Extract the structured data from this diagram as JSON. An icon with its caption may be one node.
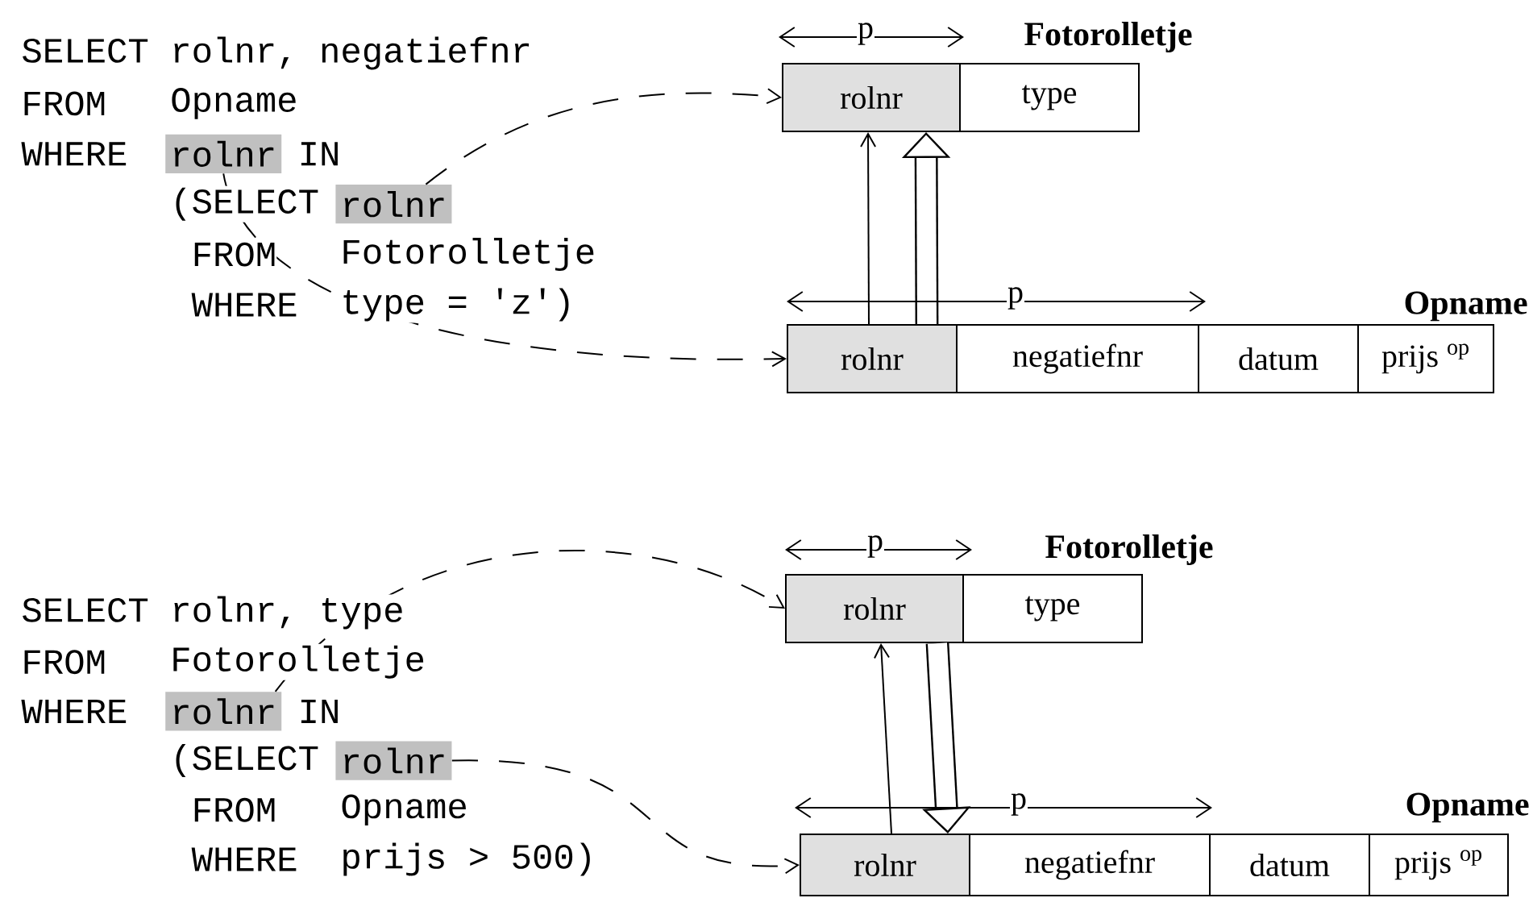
{
  "diagram": {
    "nodes": [
      {
        "text": [
          "rolnr"
        ]
      },
      {
        "text": [
          "rolnr"
        ]
      },
      {
        "text": [
          "Fotorolletje"
        ]
      },
      {
        "text": [
          "rolnr"
        ],
        "in": 2
      },
      {
        "text": [
          "type"
        ],
        "in": 2
      },
      {
        "text": [
          "Opname"
        ]
      },
      {
        "text": [
          "rolnr"
        ],
        "in": 5
      },
      {
        "text": [
          "negatiefnr"
        ],
        "in": 5
      },
      {
        "text": [
          "datum"
        ],
        "in": 5
      },
      {
        "text": [
          "prijs $^{op}$"
        ],
        "in": 5
      },
      {
        "text": [
          "rolnr"
        ]
      },
      {
        "text": [
          "rolnr"
        ]
      },
      {
        "text": [
          "Fotorolletje"
        ]
      },
      {
        "text": [
          "rolnr"
        ],
        "in": 12
      },
      {
        "text": [
          "type"
        ],
        "in": 12
      },
      {
        "text": [
          "Opname"
        ]
      },
      {
        "text": [
          "rolnr"
        ],
        "in": 15
      },
      {
        "text": [
          "negatiefnr"
        ],
        "in": 15
      },
      {
        "text": [
          "datum"
        ],
        "in": 15
      },
      {
        "text": [
          "prijs $^{op}$"
        ],
        "in": 15
      }
    ],
    "edges": [
      {
        "from": 1,
        "to": 3,
        "arrow": "to",
        "style": "dashed"
      },
      {
        "from": 0,
        "to": 6,
        "arrow": "to",
        "style": "dashed"
      },
      {
        "from": 6,
        "to": 3,
        "arrow": "to"
      },
      {
        "from": 6,
        "to": 3,
        "arrow": "to",
        "style": "thick"
      },
      {
        "from": 10,
        "to": 13,
        "arrow": "to",
        "style": "dashed"
      },
      {
        "from": 11,
        "to": 16,
        "arrow": "to",
        "style": "dashed"
      },
      {
        "from": 16,
        "to": 13,
        "arrow": "to"
      },
      {
        "from": 13,
        "to": 16,
        "arrow": "to",
        "style": "thick"
      }
    ],
    "labels": [
      "SELECT rolnr, negatiefnr",
      "FROM",
      "Opname",
      "WHERE",
      "IN",
      "(SELECT",
      "FROM",
      "Fotorolletje",
      "WHERE",
      "type = 'z')",
      "p",
      "p",
      "SELECT rolnr, type",
      "FROM",
      "Fotorolletje",
      "WHERE",
      "IN",
      "(SELECT",
      "FROM",
      "Opname",
      "WHERE",
      "prijs > 500)",
      "p",
      "p"
    ]
  }
}
